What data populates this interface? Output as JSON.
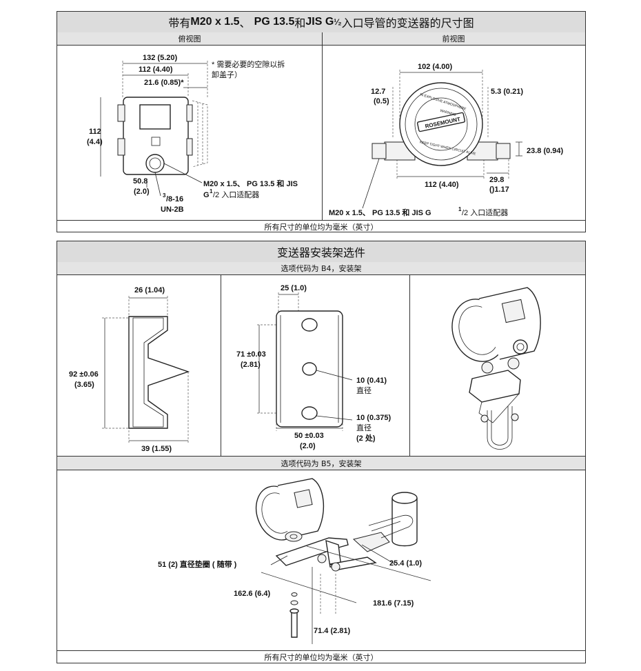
{
  "panel1": {
    "title_pre": "带有 ",
    "title_m20": "M20 x 1.5",
    "title_sep": "、",
    "title_pg": "PG 13.5",
    "title_and": " 和 ",
    "title_jis": "JIS G",
    "title_frac": "¹⁄₂",
    "title_post": " 入口导管的变送器的尺寸图",
    "top_view": "俯视图",
    "front_view": "前视图",
    "footer": "所有尺寸的单位均为毫米（英寸）",
    "top": {
      "d_132": "132 (5.20)",
      "d_112": "112 (4.40)",
      "d_216": "21.6 (0.85)*",
      "note1": "* 需要必要的空隙以拆",
      "note2": "卸盖子）",
      "h_112": "112",
      "h_44": "(4.4)",
      "d_508": "50.8",
      "d_20": "(2.0)",
      "thread_num": "3",
      "thread_rest": "/8-16",
      "thread_un": "UN-2B",
      "m20_line1": "M20 x 1.5、 PG 13.5 和 JIS",
      "m20_g": "G",
      "m20_sup": "1",
      "m20_rest": "/2 入口适配器"
    },
    "front": {
      "d_102": "102 (4.00)",
      "d_127": "12.7",
      "d_05": "(0.5)",
      "d_53": "5.3 (0.21)",
      "d_238": "23.8 (0.94)",
      "d_298": "29.8",
      "d_117": "()1.17",
      "d_112": "112 (4.40)",
      "label_main": "M20 x 1.5、 PG 13.5 和 JIS G",
      "label_sup": "1",
      "label_rest": "/2 入口适配器",
      "housing_brand": "ROSEMOUNT",
      "housing_ring_top": "IN EXPLOSIVE ATMOSPHERE",
      "housing_warning": "WARNING",
      "housing_ring_bottom": "KEEP TIGHT WHEN CIRCUIT ALIVE"
    }
  },
  "panel2": {
    "title": "变送器安装架选件",
    "b4_header": "选项代码为 B4，安装架",
    "b5_header": "选项代码为 B5，安装架",
    "footer": "所有尺寸的单位均为毫米（英寸）",
    "b4_side": {
      "d_26": "26 (1.04)",
      "d_92": "92 ±0.06",
      "d_365": "(3.65)",
      "d_39": "39 (1.55)"
    },
    "b4_face": {
      "d_25": "25 (1.0)",
      "d_71": "71 ±0.03",
      "d_281": "(2.81)",
      "hole1_size": "10 (0.41)",
      "hole1_label": "直径",
      "hole2_size": "10 (0.375)",
      "hole2_label": "直径",
      "hole2_count": "(2 处)",
      "d_50": "50 ±0.03",
      "d_20": "(2.0)"
    },
    "b5": {
      "washer": "51 (2) 直径垫圈 ( 随带 )",
      "d_254": "25.4 (1.0)",
      "d_1626": "162.6 (6.4)",
      "d_1816": "181.6 (7.15)",
      "d_714": "71.4 (2.81)"
    }
  }
}
